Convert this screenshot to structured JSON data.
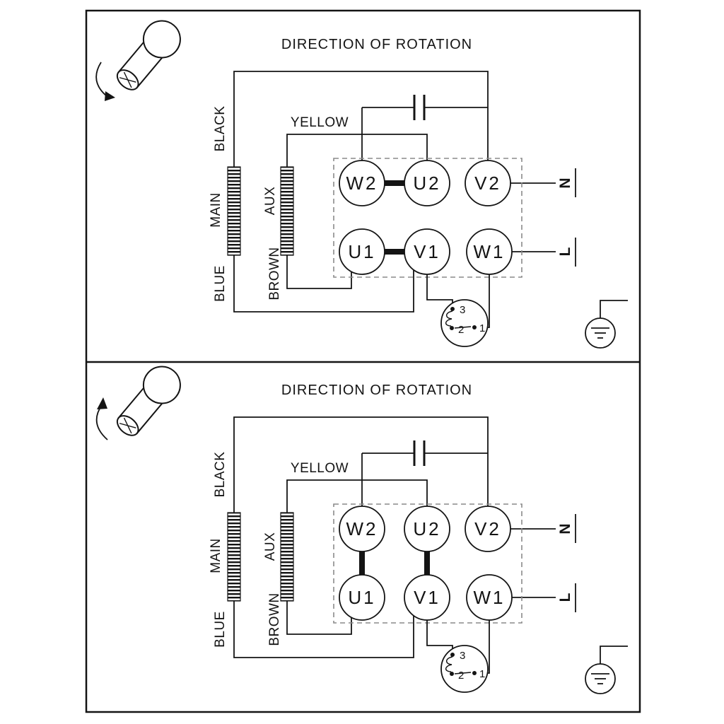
{
  "diagram": {
    "type": "motor-wiring-diagram",
    "colors": {
      "line": "#141414",
      "dashed_box": "#8a8a8a",
      "background": "#ffffff"
    },
    "panels": [
      {
        "title": "DIRECTION OF ROTATION",
        "rotation_direction": "forward",
        "link_orientation": "horizontal",
        "links": [
          "W2-U2",
          "U1-V1"
        ],
        "labels": {
          "black": "BLACK",
          "yellow": "YELLOW",
          "main": "MAIN",
          "aux": "AUX",
          "brown": "BROWN",
          "blue": "BLUE",
          "neutral": "N",
          "line": "L"
        },
        "terminals": {
          "w2": "W2",
          "u2": "U2",
          "v2": "V2",
          "u1": "U1",
          "v1": "V1",
          "w1": "W1"
        },
        "switch_terminals": {
          "t3": "3",
          "t2": "2",
          "t1": "1"
        }
      },
      {
        "title": "DIRECTION OF ROTATION",
        "rotation_direction": "reverse",
        "link_orientation": "vertical",
        "links": [
          "W2-U1",
          "U2-V1"
        ],
        "labels": {
          "black": "BLACK",
          "yellow": "YELLOW",
          "main": "MAIN",
          "aux": "AUX",
          "brown": "BROWN",
          "blue": "BLUE",
          "neutral": "N",
          "line": "L"
        },
        "terminals": {
          "w2": "W2",
          "u2": "U2",
          "v2": "V2",
          "u1": "U1",
          "v1": "V1",
          "w1": "W1"
        },
        "switch_terminals": {
          "t3": "3",
          "t2": "2",
          "t1": "1"
        }
      }
    ]
  }
}
